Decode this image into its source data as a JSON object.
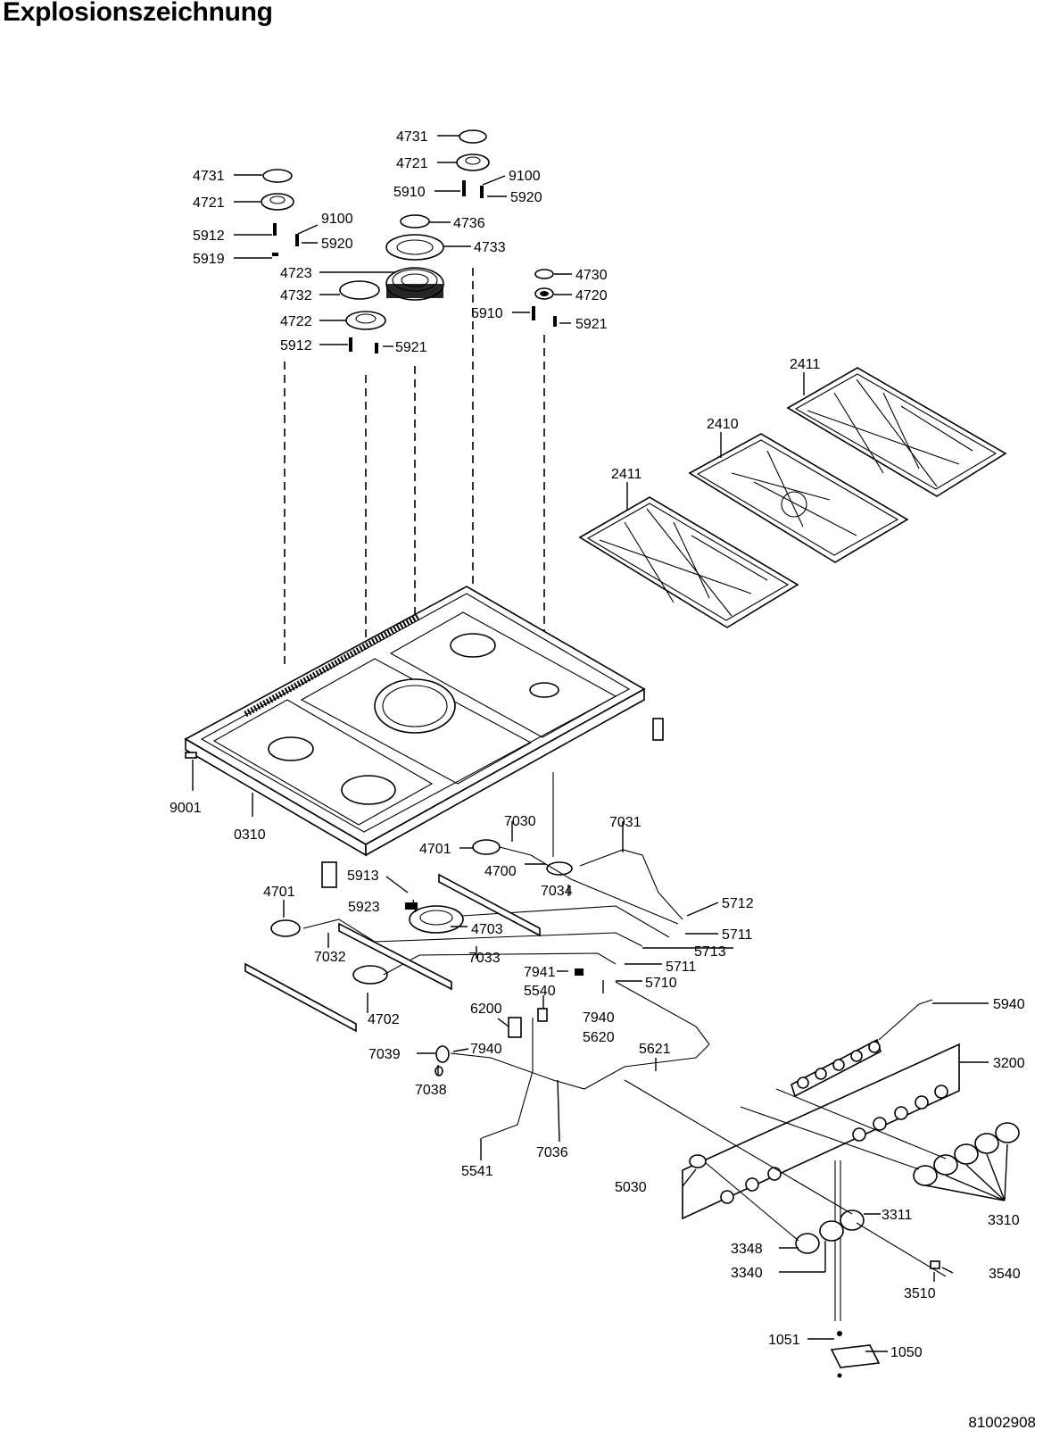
{
  "title": "Explosionszeichnung",
  "document_number": "81002908",
  "part_labels": [
    "4731",
    "4721",
    "5912",
    "9100",
    "5920",
    "5919",
    "4723",
    "4732",
    "4722",
    "5912b",
    "5921",
    "4731b",
    "4721b",
    "5910",
    "9100b",
    "5920b",
    "4736",
    "4733",
    "4730",
    "4720",
    "5910b",
    "5921b",
    "2411",
    "2410",
    "2411b",
    "9001",
    "0310",
    "7030",
    "7031",
    "4701",
    "4700",
    "5913",
    "7034",
    "5923",
    "4703",
    "5712",
    "5711",
    "5713",
    "5711b",
    "4701b",
    "7032",
    "7033",
    "7941",
    "5540",
    "5710",
    "4702",
    "6200",
    "7940",
    "5620",
    "5621",
    "7039",
    "7940b",
    "7038",
    "5541",
    "7036",
    "5940",
    "3200",
    "5030",
    "3311",
    "3310",
    "3348",
    "3340",
    "3540",
    "3510",
    "1051",
    "1050"
  ],
  "labels": {
    "4731": "4731",
    "4721": "4721",
    "5912": "5912",
    "9100": "9100",
    "5920": "5920",
    "5919": "5919",
    "4723": "4723",
    "4732": "4732",
    "4722": "4722",
    "5912b": "5912",
    "5921": "5921",
    "4731b": "4731",
    "4721b": "4721",
    "5910": "5910",
    "9100b": "9100",
    "5920b": "5920",
    "4736": "4736",
    "4733": "4733",
    "4730": "4730",
    "4720": "4720",
    "5910b": "5910",
    "5921b": "5921",
    "2411": "2411",
    "2410": "2410",
    "2411b": "2411",
    "9001": "9001",
    "0310": "0310",
    "7030": "7030",
    "7031": "7031",
    "4701": "4701",
    "4700": "4700",
    "5913": "5913",
    "7034": "7034",
    "5923": "5923",
    "4703": "4703",
    "5712": "5712",
    "5711": "5711",
    "5713": "5713",
    "5711b": "5711",
    "4701b": "4701",
    "7032": "7032",
    "7033": "7033",
    "7941": "7941",
    "5540": "5540",
    "5710": "5710",
    "4702": "4702",
    "6200": "6200",
    "7940": "7940",
    "5620": "5620",
    "5621": "5621",
    "7039": "7039",
    "7940b": "7940",
    "7038": "7038",
    "5541": "5541",
    "7036": "7036",
    "5940": "5940",
    "3200": "3200",
    "5030": "5030",
    "3311": "3311",
    "3310": "3310",
    "3348": "3348",
    "3340": "3340",
    "3540": "3540",
    "3510": "3510",
    "1051": "1051",
    "1050": "1050"
  }
}
